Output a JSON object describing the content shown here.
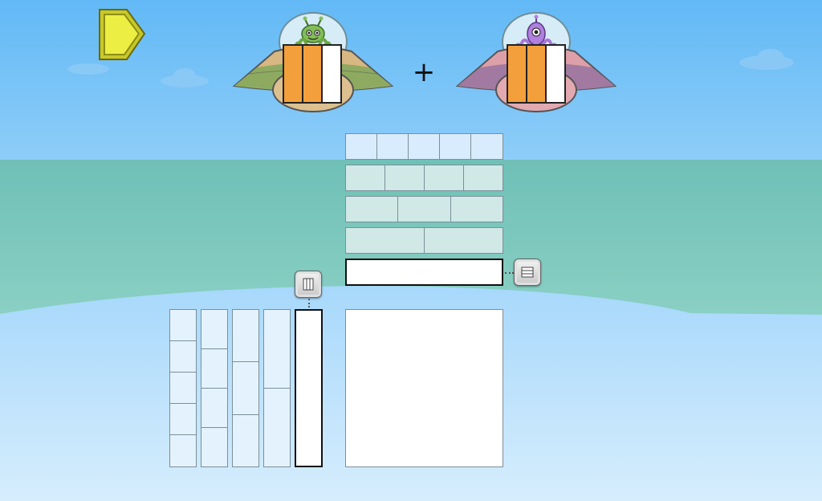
{
  "operator": "+",
  "colors": {
    "sky_top": "#6bbef6",
    "sky_bottom": "#d4ecfd",
    "sea": "#76c3b9",
    "fraction_fill": "#f3a03c",
    "play_button": "#e6ea3c"
  },
  "icons": {
    "play": "play-pentagon-icon",
    "vertical_strip_tool": "three-vertical-bars-icon",
    "horizontal_strip_tool": "three-horizontal-bars-icon",
    "cloud": "cloud-icon"
  },
  "left_ufo": {
    "alien": "green-antenna-alien",
    "fraction": {
      "numerator": 2,
      "denominator": 3
    }
  },
  "right_ufo": {
    "alien": "purple-one-eyed-alien",
    "fraction": {
      "numerator": 2,
      "denominator": 3
    }
  },
  "horizontal_strips": [
    {
      "parts": 5,
      "color": "blue"
    },
    {
      "parts": 4,
      "color": "green"
    },
    {
      "parts": 3,
      "color": "green"
    },
    {
      "parts": 2,
      "color": "green"
    },
    {
      "parts": 1,
      "color": "white-selected"
    }
  ],
  "vertical_strips": [
    {
      "parts": 5
    },
    {
      "parts": 4
    },
    {
      "parts": 3
    },
    {
      "parts": 2
    },
    {
      "parts": 1,
      "selected": true
    }
  ]
}
